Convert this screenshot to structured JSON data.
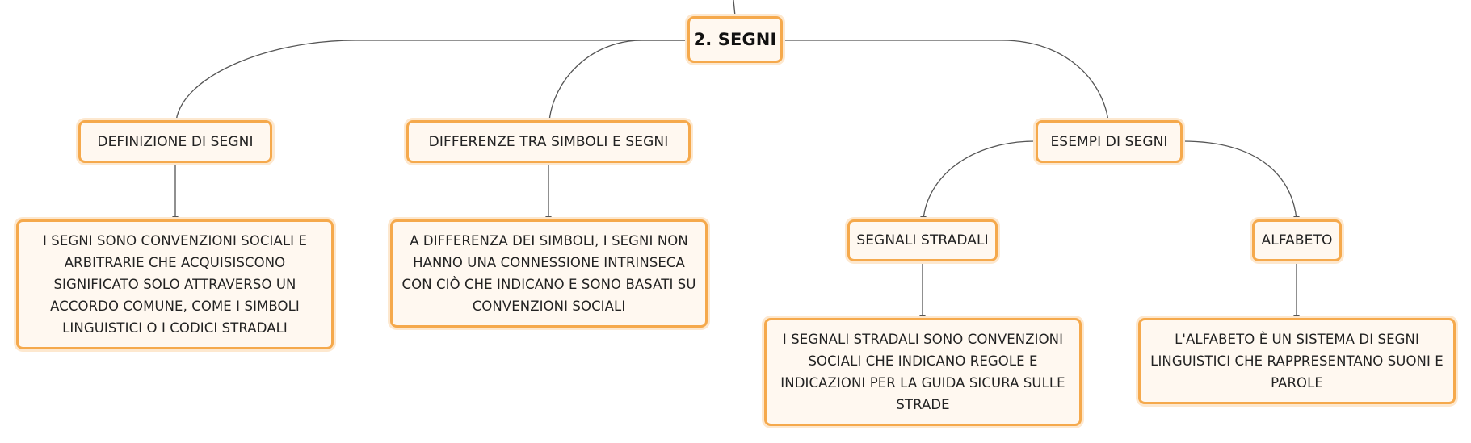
{
  "diagram": {
    "root": {
      "label": "2. SEGNI"
    },
    "branches": [
      {
        "label": "DEFINIZIONE DI SEGNI",
        "description": "I SEGNI SONO CONVENZIONI SOCIALI E ARBITRARIE CHE ACQUISISCONO SIGNIFICATO SOLO ATTRAVERSO UN ACCORDO COMUNE, COME I SIMBOLI LINGUISTICI O I CODICI STRADALI"
      },
      {
        "label": "DIFFERENZE TRA SIMBOLI E SEGNI",
        "description": "A DIFFERENZA DEI SIMBOLI, I SEGNI NON HANNO UNA CONNESSIONE INTRINSECA CON CIÒ CHE INDICANO E SONO BASATI SU CONVENZIONI SOCIALI"
      },
      {
        "label": "ESEMPI DI SEGNI",
        "children": [
          {
            "label": "SEGNALI STRADALI",
            "description": "I SEGNALI STRADALI SONO CONVENZIONI SOCIALI CHE INDICANO REGOLE E INDICAZIONI PER LA GUIDA SICURA SULLE STRADE"
          },
          {
            "label": "ALFABETO",
            "description": "L'ALFABETO È UN SISTEMA DI SEGNI LINGUISTICI CHE RAPPRESENTANO SUONI E PAROLE"
          }
        ]
      }
    ]
  },
  "colors": {
    "node_border": "#f5a94c",
    "node_fill": "#fff8f0",
    "connector": "#555555"
  }
}
